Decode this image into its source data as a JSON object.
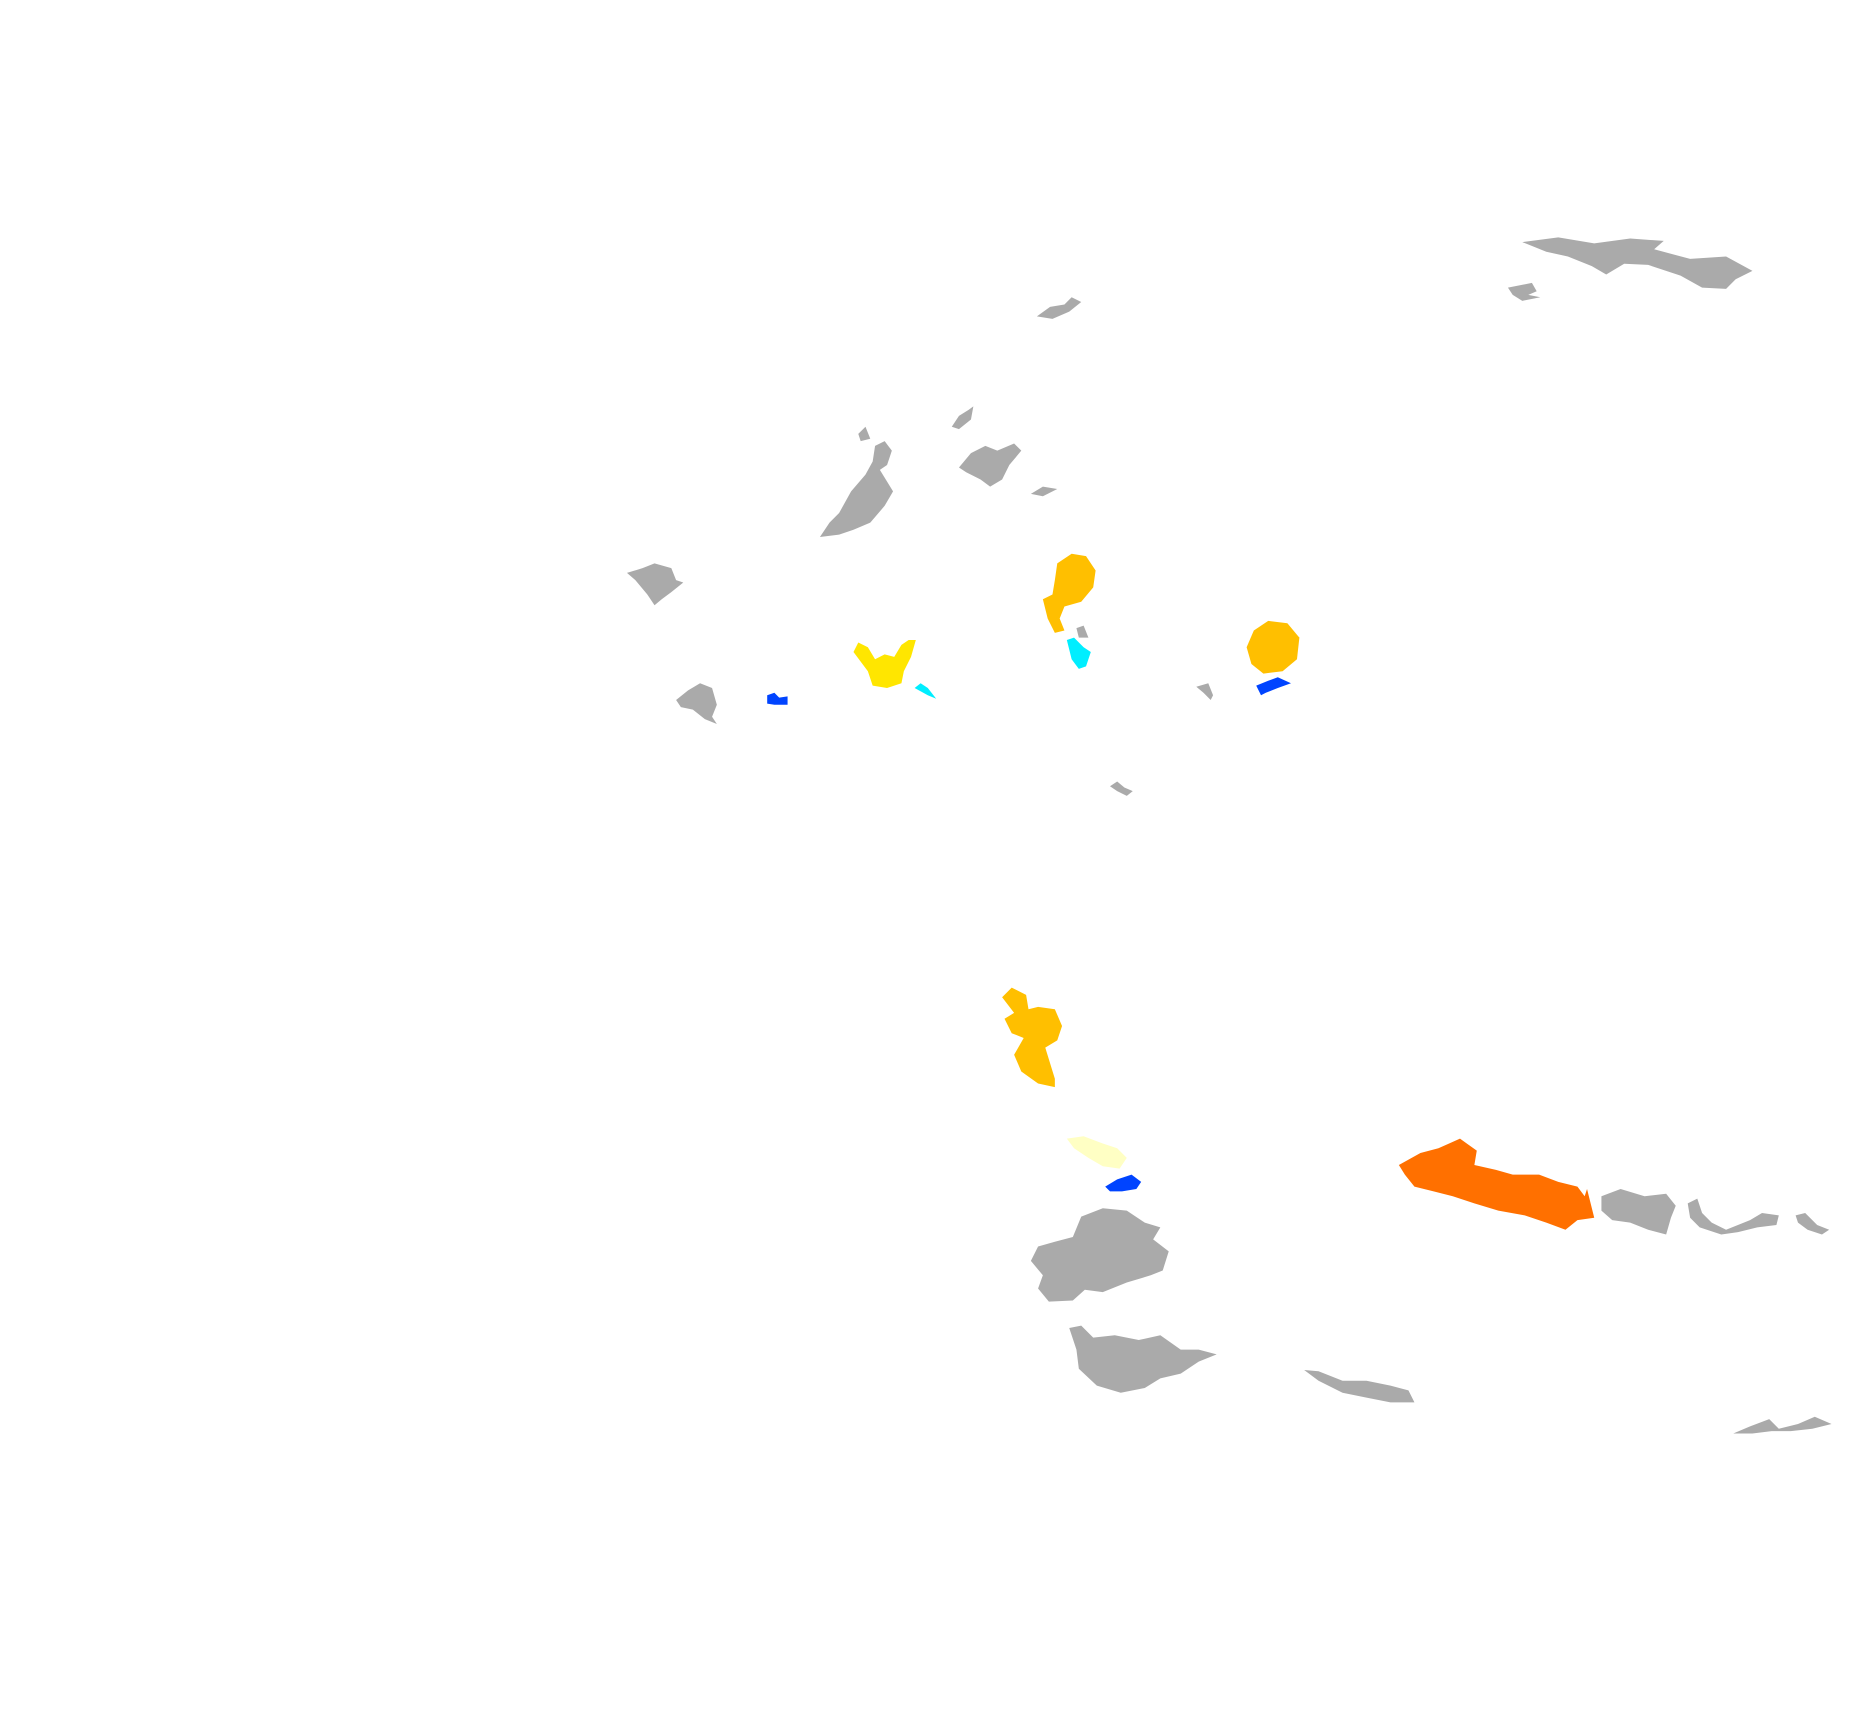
{
  "map": {
    "background_color": "#ffffff",
    "colors": {
      "no_data": "#aaaaaa",
      "blue": "#0044ff",
      "cyan": "#00eeff",
      "light_yellow": "#ffffc4",
      "yellow": "#ffe600",
      "amber": "#ffbf00",
      "orange": "#ff7000"
    },
    "regions": [
      {
        "class": "no_data"
      },
      {
        "class": "no_data"
      },
      {
        "class": "no_data"
      },
      {
        "class": "no_data"
      },
      {
        "class": "no_data"
      },
      {
        "class": "no_data"
      },
      {
        "class": "no_data"
      },
      {
        "class": "no_data"
      },
      {
        "class": "no_data"
      },
      {
        "class": "no_data"
      },
      {
        "class": "no_data"
      },
      {
        "class": "no_data"
      },
      {
        "class": "no_data"
      },
      {
        "class": "no_data"
      },
      {
        "class": "no_data"
      },
      {
        "class": "no_data"
      },
      {
        "class": "no_data"
      },
      {
        "class": "no_data"
      },
      {
        "class": "amber"
      },
      {
        "class": "amber"
      },
      {
        "class": "amber"
      },
      {
        "class": "yellow"
      },
      {
        "class": "cyan"
      },
      {
        "class": "cyan"
      },
      {
        "class": "blue"
      },
      {
        "class": "blue"
      },
      {
        "class": "blue"
      },
      {
        "class": "light_yellow"
      },
      {
        "class": "orange"
      }
    ]
  }
}
